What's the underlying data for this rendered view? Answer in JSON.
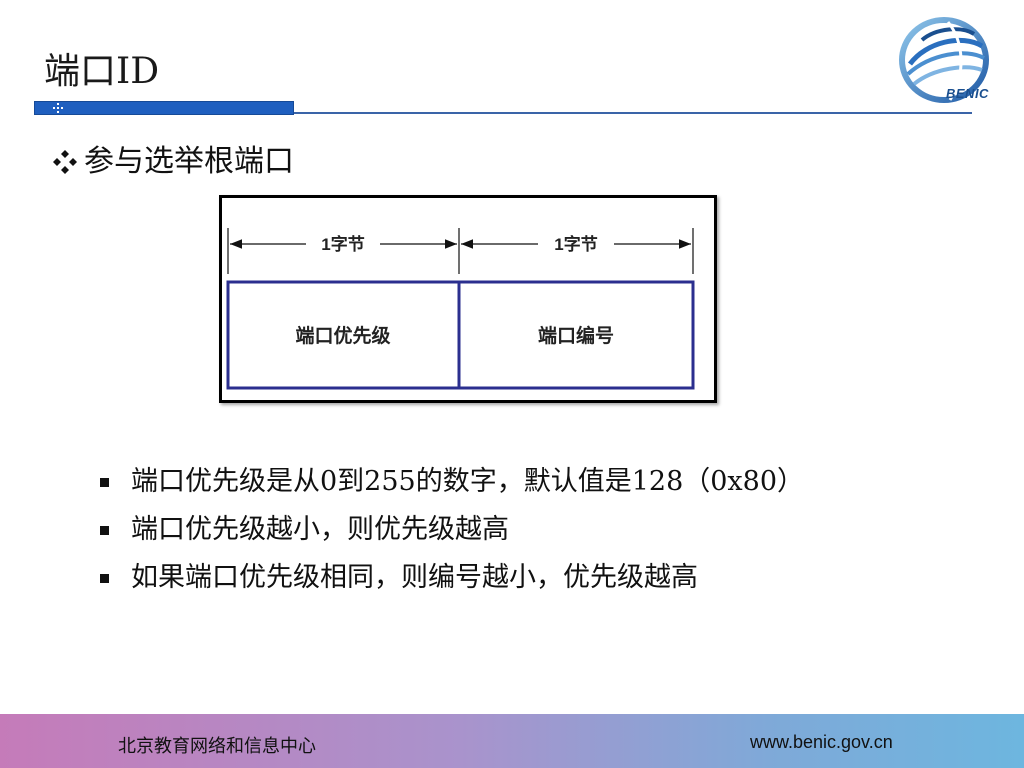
{
  "slide": {
    "title": "端口ID",
    "subheading": "参与选举根端口"
  },
  "diagram": {
    "top_labels": [
      "1字节",
      "1字节"
    ],
    "fields": [
      "端口优先级",
      "端口编号"
    ]
  },
  "bullets": [
    "端口优先级是从0到255的数字，默认值是128（0x80）",
    "端口优先级越小，则优先级越高",
    "如果端口优先级相同，则编号越小，优先级越高"
  ],
  "logo": {
    "text": "BENIC"
  },
  "footer": {
    "organization": "北京教育网络和信息中心",
    "website": "www.benic.gov.cn"
  },
  "colors": {
    "title_bar": "#1f5fbf",
    "diagram_box": "#2b2f8f",
    "footer_left": "#c57bb9",
    "footer_right": "#6db6df"
  }
}
